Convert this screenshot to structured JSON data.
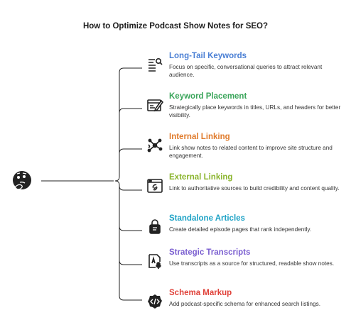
{
  "title": "How to Optimize Podcast Show Notes for SEO?",
  "root_icon": "thinking-face-icon",
  "items": [
    {
      "heading": "Long-Tail Keywords",
      "description": "Focus on specific, conversational queries to attract relevant audience.",
      "color": "#4a7fd4",
      "icon": "search-list-icon"
    },
    {
      "heading": "Keyword Placement",
      "description": "Strategically place keywords in titles, URLs, and headers for better visibility.",
      "color": "#3aa55a",
      "icon": "edit-page-icon"
    },
    {
      "heading": "Internal Linking",
      "description": "Link show notes to related content to improve site structure and engagement.",
      "color": "#e07b2c",
      "icon": "network-icon"
    },
    {
      "heading": "External Linking",
      "description": "Link to authoritative sources to build credibility and content quality.",
      "color": "#8ab42c",
      "icon": "external-link-icon"
    },
    {
      "heading": "Standalone Articles",
      "description": "Create detailed episode pages that rank independently.",
      "color": "#1fa3c6",
      "icon": "lock-document-icon"
    },
    {
      "heading": "Strategic Transcripts",
      "description": "Use transcripts as a source for structured, readable show notes.",
      "color": "#7b5fd0",
      "icon": "transcript-mic-icon"
    },
    {
      "heading": "Schema Markup",
      "description": "Add podcast-specific schema for enhanced search listings.",
      "color": "#e0423a",
      "icon": "code-badge-icon"
    }
  ]
}
